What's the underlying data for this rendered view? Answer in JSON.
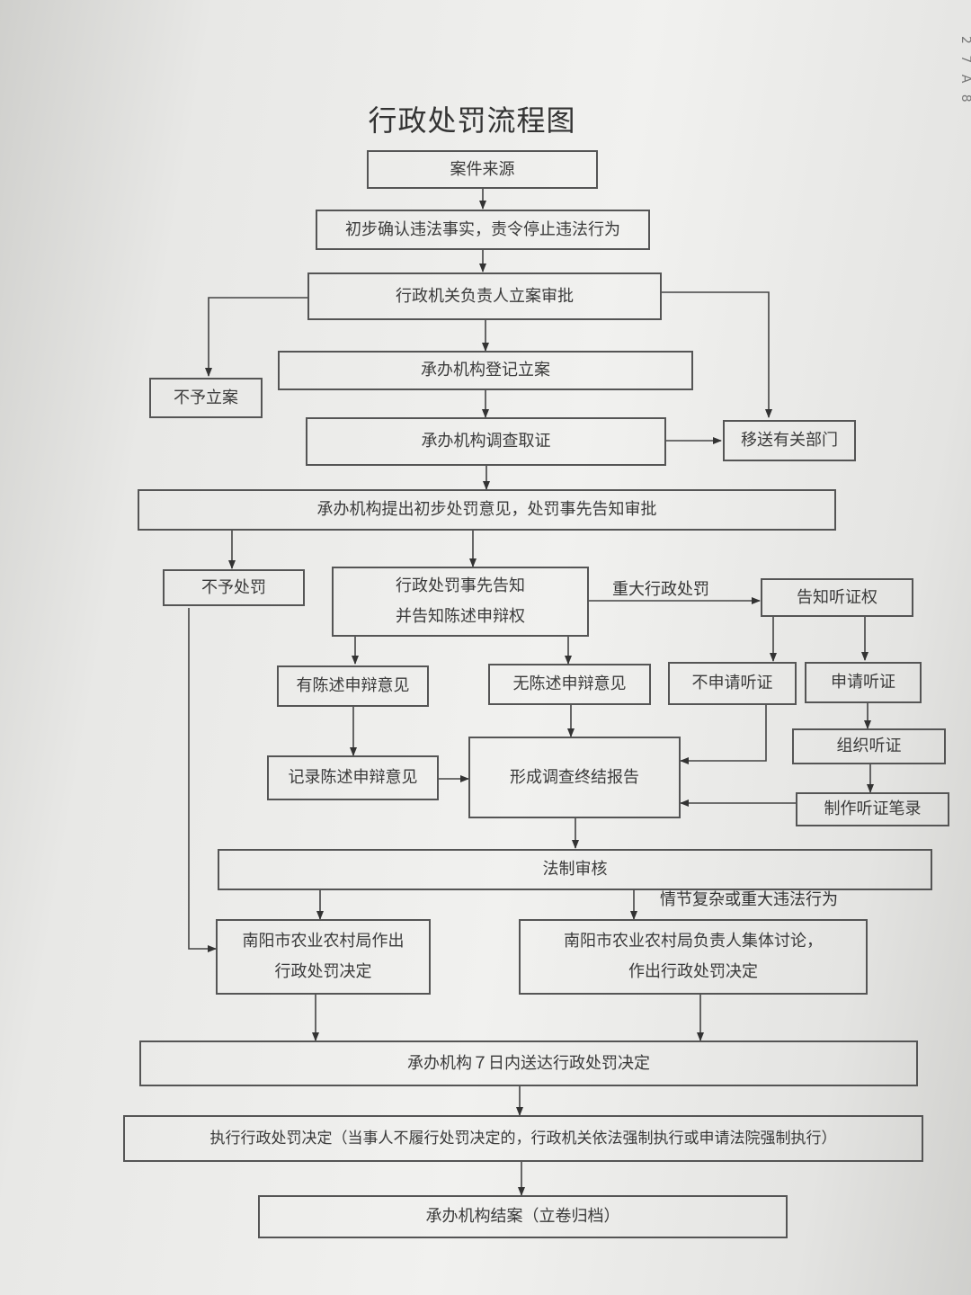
{
  "title": "行政处罚流程图",
  "corner_marks": "2 7 A 8",
  "nodes": {
    "case_source": "案件来源",
    "initial_confirm": "初步确认违法事实，责令停止违法行为",
    "approval": "行政机关负责人立案审批",
    "no_filing": "不予立案",
    "registration": "承办机构登记立案",
    "investigation": "承办机构调查取证",
    "transfer": "移送有关部门",
    "preliminary_opinion": "承办机构提出初步处罚意见，处罚事先告知审批",
    "no_penalty": "不予处罚",
    "prior_notice_line1": "行政处罚事先告知",
    "prior_notice_line2": "并告知陈述申辩权",
    "hearing_right": "告知听证权",
    "has_statement": "有陈述申辩意见",
    "no_statement": "无陈述申辩意见",
    "no_hearing_request": "不申请听证",
    "request_hearing": "申请听证",
    "organize_hearing": "组织听证",
    "record_statement": "记录陈述申辩意见",
    "final_report": "形成调查终结报告",
    "hearing_record": "制作听证笔录",
    "legal_review": "法制审核",
    "bureau_decision_line1": "南阳市农业农村局作出",
    "bureau_decision_line2": "行政处罚决定",
    "collective_line1": "南阳市农业农村局负责人集体讨论，",
    "collective_line2": "作出行政处罚决定",
    "delivery": "承办机构７日内送达行政处罚决定",
    "execution": "执行行政处罚决定（当事人不履行处罚决定的，行政机关依法强制执行或申请法院强制执行）",
    "closure": "承办机构结案（立卷归档）"
  },
  "edge_labels": {
    "major_penalty": "重大行政处罚",
    "complex_case": "情节复杂或重大违法行为"
  }
}
